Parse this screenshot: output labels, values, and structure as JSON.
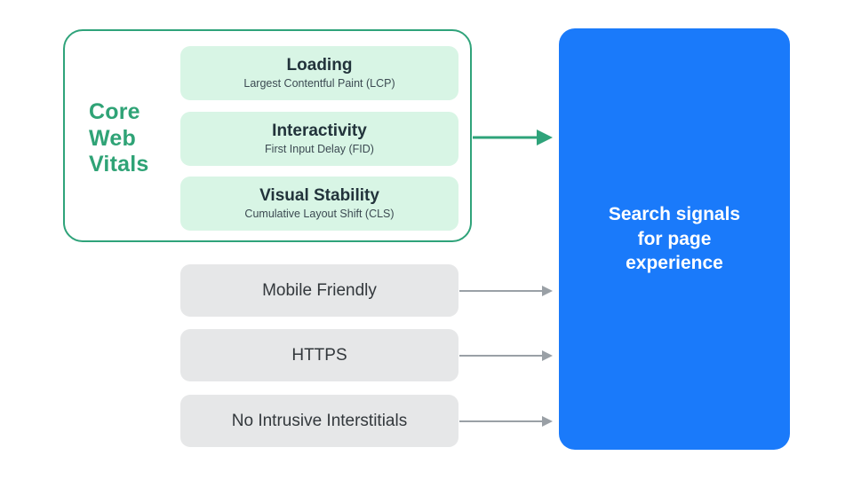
{
  "diagram": {
    "title_group": {
      "label": "Core Web Vitals",
      "color": "#2FA376"
    },
    "core_web_vitals": {
      "outline_color": "#2FA37A",
      "card_bg": "#D8F5E5",
      "metrics": [
        {
          "title": "Loading",
          "subtitle": "Largest Contentful Paint (LCP)"
        },
        {
          "title": "Interactivity",
          "subtitle": "First Input Delay (FID)"
        },
        {
          "title": "Visual Stability",
          "subtitle": "Cumulative Layout Shift (CLS)"
        }
      ]
    },
    "other_signals": {
      "box_bg": "#E6E7E8",
      "items": [
        {
          "label": "Mobile Friendly"
        },
        {
          "label": "HTTPS"
        },
        {
          "label": "No Intrusive Interstitials"
        }
      ]
    },
    "destination": {
      "label": "Search signals\nfor page\nexperience",
      "bg": "#1A7AFA",
      "text_color": "#FFFFFF"
    },
    "connectors": {
      "green_arrow_color": "#2FA37A",
      "gray_arrow_color": "#9AA0A6"
    }
  }
}
